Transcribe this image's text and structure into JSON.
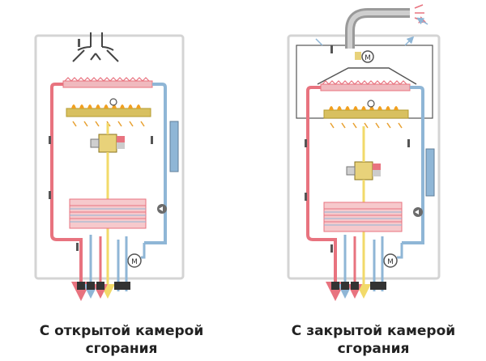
{
  "captions": {
    "open": {
      "line1": "С открытой камерой",
      "line2": "сгорания"
    },
    "closed": {
      "line1": "С закрытой камерой",
      "line2": "сгорания"
    }
  },
  "colors": {
    "hot_pipe": "#e8737f",
    "cold_pipe": "#8fb6d6",
    "gas_pipe": "#f2da6a",
    "casing": "#d4d4d4",
    "burner_flame": "#f0a020",
    "burner_base": "#c8c8c8",
    "pump": "#6b6b6b",
    "flue_outer": "#9a9a9a",
    "fan_ring": "#555555"
  },
  "icons": [
    "thermometer-icon",
    "pump-icon",
    "fan-icon",
    "gas-valve-icon",
    "flame-icon",
    "arrow-icon"
  ]
}
